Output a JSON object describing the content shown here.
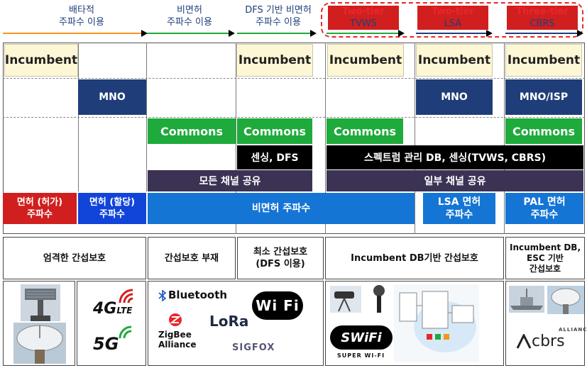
{
  "header": {
    "col1": {
      "line1": "배타적",
      "line2": "주파수 이용"
    },
    "col2": {
      "line1": "비면허",
      "line2": "주파수 이용"
    },
    "col3": {
      "line1": "DFS 기반 비면허",
      "line2": "주파수 이용"
    },
    "col4": {
      "tier": "Two-tier",
      "name": "TVWS"
    },
    "col5": {
      "tier": "Two-tier",
      "name": "LSA"
    },
    "col6": {
      "tier": "Three-tier",
      "name": "CBRS"
    }
  },
  "rows": {
    "incumbent": "Incumbent",
    "mno": "MNO",
    "mno_isp": "MNO/ISP",
    "commons": "Commons",
    "sensing_dfs": "센싱, DFS",
    "spectrum_db": "스펙트럼 관리 DB, 센싱(TVWS, CBRS)",
    "all_channel": "모든 채널 공유",
    "some_channel": "일부 채널 공유",
    "licensed_permit": {
      "line1": "면허 (허가)",
      "line2": "주파수"
    },
    "licensed_assign": {
      "line1": "면허 (할당)",
      "line2": "주파수"
    },
    "unlicensed": "비면허 주파수",
    "lsa_license": {
      "line1": "LSA 면허",
      "line2": "주파수"
    },
    "pal_license": {
      "line1": "PAL 면허",
      "line2": "주파수"
    }
  },
  "protection": {
    "strict": "엄격한 간섭보호",
    "none": "간섭보호 부재",
    "minimal": {
      "line1": "최소 간섭보호",
      "line2": "(DFS 이용)"
    },
    "db_based": "Incumbent DB기반 간섭보호",
    "db_esc": {
      "line1": "Incumbent DB,",
      "line2": "ESC 기반",
      "line3": "간섭보호"
    }
  },
  "logos": {
    "lte": "4G",
    "lte_suffix": "LTE",
    "fiveg": "5G",
    "bluetooth": "Bluetooth",
    "lora": "LoRa",
    "wifi": "Wi Fi",
    "zigbee": {
      "line1": "ZigBee",
      "line2": "Alliance"
    },
    "sigfox": "SIGFOX",
    "superwifi": "SWiFi",
    "superwifi_sub": "SUPER WI-FI",
    "cbrs": "cbrs",
    "cbrs_top": "ALLIANCE"
  },
  "colors": {
    "arrow_orange": "#f7941d",
    "arrow_green": "#1faa3c",
    "arrow_navy": "#1f3e79",
    "tier_red": "#e8262b"
  }
}
